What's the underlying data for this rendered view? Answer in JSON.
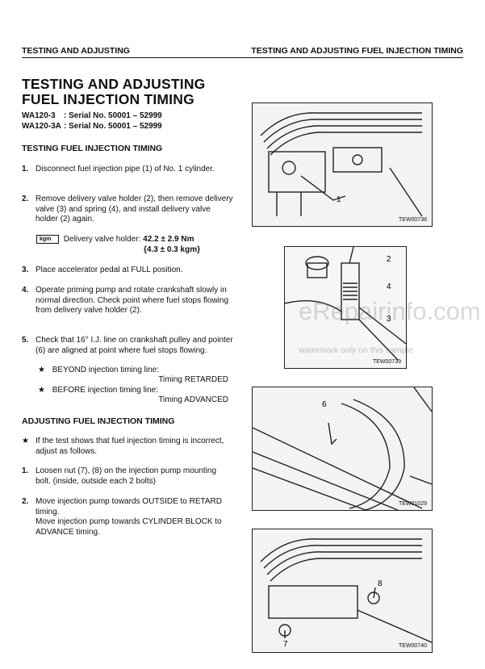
{
  "header": {
    "left": "TESTING AND ADJUSTING",
    "right": "TESTING AND ADJUSTING FUEL INJECTION TIMING"
  },
  "title": {
    "line1": "TESTING AND ADJUSTING",
    "line2": "FUEL INJECTION TIMING"
  },
  "serials": [
    {
      "model": "WA120-3",
      "text": ": Serial No. 50001 – 52999"
    },
    {
      "model": "WA120-3A",
      "text": ": Serial No. 50001 – 52999"
    }
  ],
  "section1": {
    "heading": "TESTING FUEL INJECTION TIMING",
    "steps": [
      {
        "num": "1.",
        "text": "Disconnect fuel injection pipe (1) of No. 1 cylinder."
      },
      {
        "num": "2.",
        "text": "Remove delivery valve holder (2), then remove delivery valve (3) and spring (4), and install delivery valve holder (2) again."
      },
      {
        "num": "3.",
        "text": "Place accelerator pedal at FULL position."
      },
      {
        "num": "4.",
        "text": "Operate priming pump and rotate crankshaft slowly in normal direction. Check point where fuel stops flowing from delivery valve holder (2)."
      },
      {
        "num": "5.",
        "text": "Check that 16° I.J. line on crankshaft pulley and pointer (6) are aligned at point where fuel stops flowing."
      }
    ],
    "torque": {
      "icon_label": "kgm",
      "label": "Delivery valve holder:",
      "value1": "42.2 ± 2.9 Nm",
      "value2": "{4.3 ± 0.3 kgm}"
    },
    "beyond": {
      "star": "★",
      "text": "BEYOND injection timing line:",
      "result": "Timing RETARDED"
    },
    "before": {
      "star": "★",
      "text": "BEFORE injection timing line:",
      "result": "Timing ADVANCED"
    }
  },
  "section2": {
    "heading": "ADJUSTING FUEL INJECTION TIMING",
    "note": {
      "star": "★",
      "text": "If the test shows that fuel injection timing is incorrect, adjust as follows."
    },
    "steps": [
      {
        "num": "1.",
        "text": "Loosen nut (7), (8) on the injection pump mounting bolt. (inside, outside each 2 bolts)"
      },
      {
        "num": "2.",
        "text": "Move injection pump towards OUTSIDE to RETARD timing."
      }
    ],
    "step2_extra": "Move injection pump towards CYLINDER BLOCK to ADVANCE timing."
  },
  "figures": [
    {
      "code": "TEW00738",
      "callouts": [
        "1"
      ]
    },
    {
      "code": "TEW00739",
      "callouts": [
        "2",
        "4",
        "3"
      ]
    },
    {
      "code": "TEW01029",
      "callouts": [
        "6"
      ]
    },
    {
      "code": "TEW00740",
      "callouts": [
        "8",
        "7"
      ]
    }
  ],
  "watermark": {
    "main": "eRepairinfo.com",
    "sub": "watermark only on this sample"
  }
}
